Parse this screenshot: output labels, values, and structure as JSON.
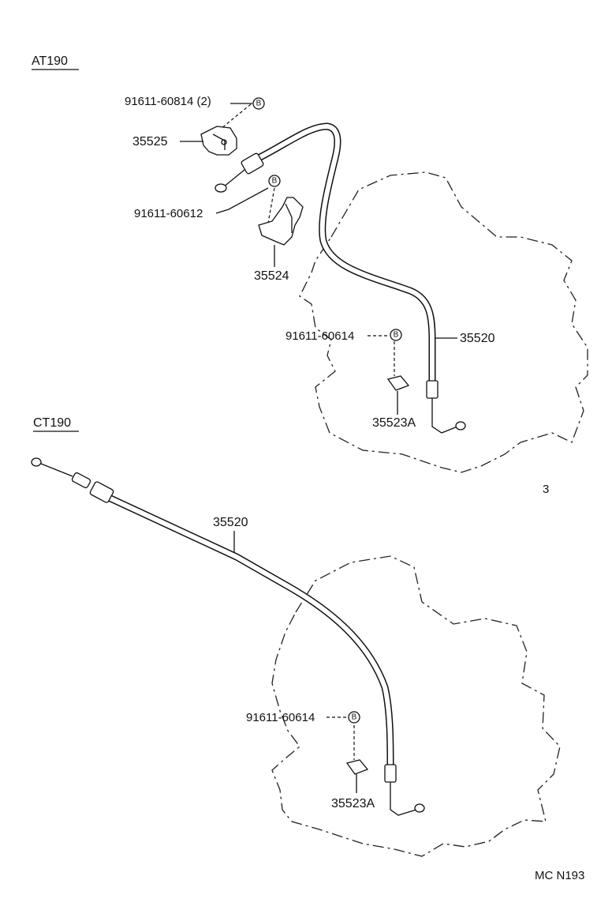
{
  "sections": {
    "at190": {
      "title": "AT190",
      "labels": {
        "bolt_top": "91611-60814 (2)",
        "bracket_top": "35525",
        "bolt_mid": "91611-60612",
        "bracket_mid": "35524",
        "bolt_low": "91611-60614",
        "cable": "35520",
        "clamp": "35523A"
      },
      "bolt_marker": "B"
    },
    "ct190": {
      "title": "CT190",
      "labels": {
        "cable": "35520",
        "bolt_low": "91611-60614",
        "clamp": "35523A"
      },
      "bolt_marker": "B"
    }
  },
  "stray_mark": "3",
  "figure_code": "MC N193"
}
